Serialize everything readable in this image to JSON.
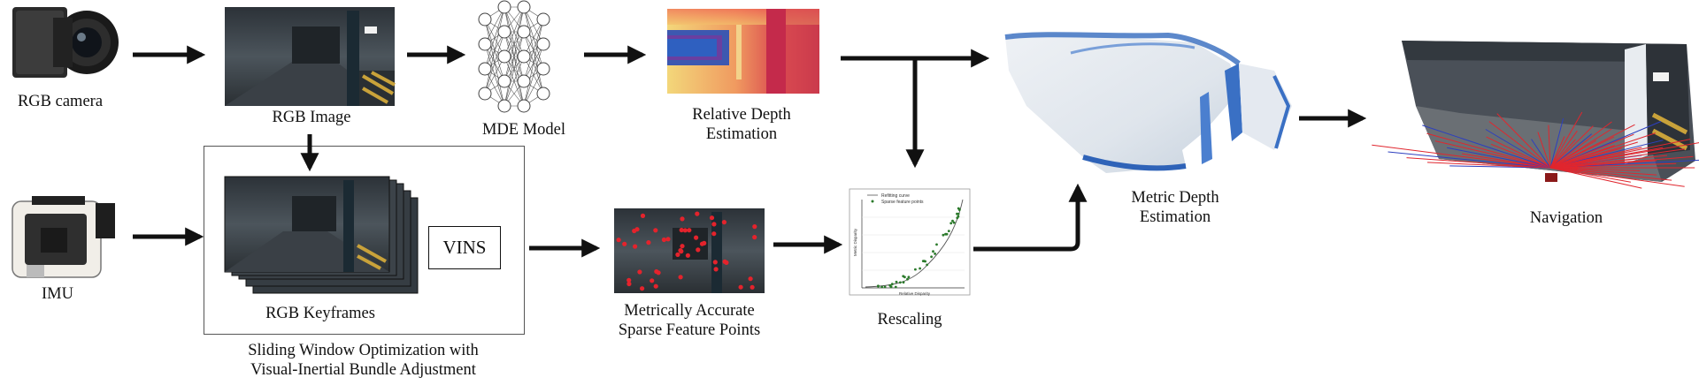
{
  "nodes": {
    "rgb_camera": "RGB camera",
    "imu": "IMU",
    "rgb_image": "RGB Image",
    "mde_model": "MDE Model",
    "relative_depth": [
      "Relative Depth",
      "Estimation"
    ],
    "rgb_keyframes": "RGB Keyframes",
    "vins": "VINS",
    "sliding_window": [
      "Sliding Window Optimization with",
      "Visual-Inertial Bundle Adjustment"
    ],
    "sparse_points": [
      "Metrically Accurate",
      "Sparse Feature Points"
    ],
    "rescaling": "Rescaling",
    "metric_depth": [
      "Metric Depth",
      "Estimation"
    ],
    "navigation": "Navigation"
  },
  "rescaling_plot_legend": [
    "Refitting curve",
    "Sparse feature points"
  ],
  "rescaling_plot_xlabel": "Relative Disparity",
  "rescaling_plot_ylabel": "Metric Disparity"
}
